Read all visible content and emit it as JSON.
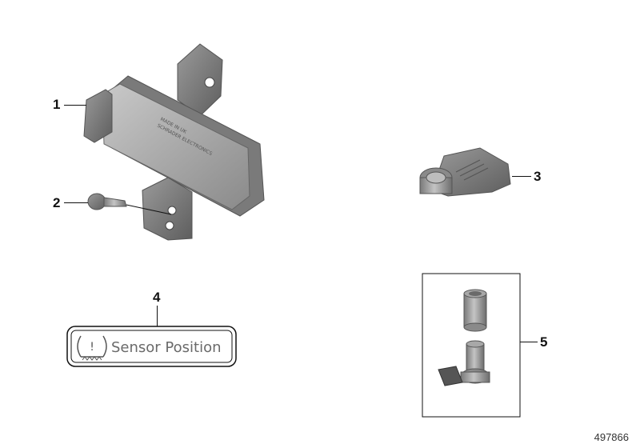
{
  "diagram": {
    "id": "497866",
    "parts": [
      {
        "number": "1",
        "name": "control-unit"
      },
      {
        "number": "2",
        "name": "screw"
      },
      {
        "number": "3",
        "name": "holder"
      },
      {
        "number": "4",
        "name": "sensor-position-label",
        "label_text": "Sensor Position"
      },
      {
        "number": "5",
        "name": "sensor-kit"
      }
    ],
    "module_markings": {
      "line1": "MADE IN UK",
      "line2": "SCHRADER ELECTRONICS"
    },
    "colors": {
      "part_gray": "#9a9a9a",
      "part_dark": "#6e6e6e",
      "label_text": "#6a6a6a"
    }
  }
}
